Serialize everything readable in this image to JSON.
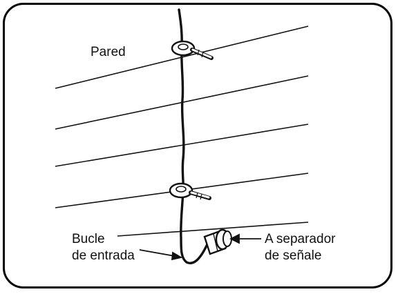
{
  "labels": {
    "wall": "Pared",
    "drip_loop_line1": "Bucle",
    "drip_loop_line2": "de entrada",
    "splitter_line1": "A separador",
    "splitter_line2": "de señale"
  },
  "colors": {
    "ink": "#111111",
    "background": "#ffffff"
  },
  "icons": [
    "cable-clip-icon",
    "cable-clip-icon",
    "coax-connector-icon"
  ]
}
